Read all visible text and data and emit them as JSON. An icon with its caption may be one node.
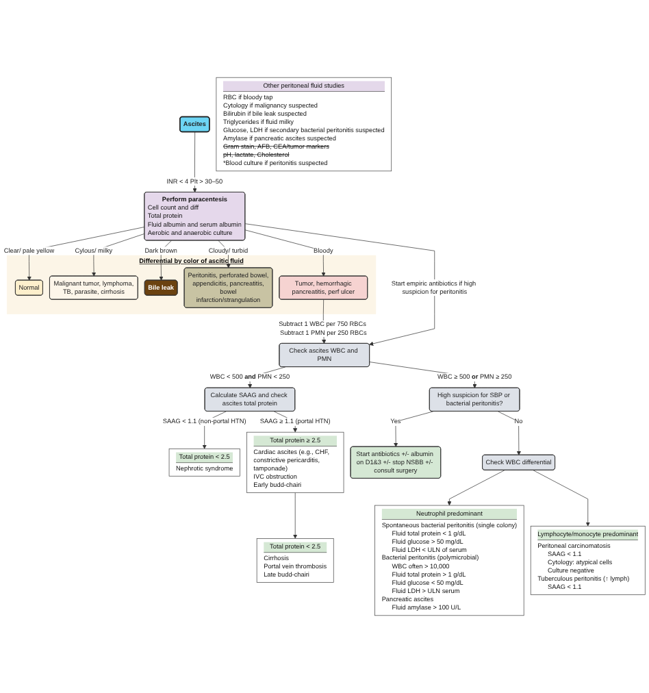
{
  "diagram": {
    "nodes": [
      {
        "text": [
          "Differential by color of ascitic fluid"
        ]
      },
      {
        "text": [
          "Normal"
        ],
        "in": 0
      },
      {
        "text": [
          "Malignant tumor, lymphoma, TB, parasite, cirrhosis"
        ],
        "in": 0
      },
      {
        "text": [
          "Bile leak"
        ],
        "in": 0
      },
      {
        "text": [
          "Peritonitis, perforated bowel, appendicitis, pancreatitis, bowel infarction/strangulation"
        ],
        "in": 0
      },
      {
        "text": [
          "Tumor, hemorrhagic pancreatitis, perf ulcer"
        ],
        "in": 0
      },
      {
        "text": [
          "Ascites"
        ]
      },
      {
        "text": [
          "Other peritoneal fluid studies",
          "RBC if bloody tap",
          "Cytology if malignancy suspected",
          "Bilirubin if bile leak suspected",
          "Triglycerides if fluid milky",
          "Glucose, LDH if secondary bacterial peritonitis suspected",
          "Amylase if pancreatic ascites suspected",
          "Gram stain, AFB, CEA/tumor markers",
          "pH, lactate, Cholesterol",
          "*Blood culture if peritonitis suspected"
        ]
      },
      {
        "text": [
          "Perform paracentesis",
          "Cell count and diff",
          "Total protein",
          "Fluid albumin and serum albumin",
          "Aerobic and anaerobic culture"
        ]
      },
      {
        "text": [
          "Check ascites WBC and PMN"
        ]
      },
      {
        "text": [
          "Calculate SAAG and check ascites total protein"
        ]
      },
      {
        "text": [
          "Total protein < 2.5",
          "Nephrotic syndrome"
        ]
      },
      {
        "text": [
          "Total protein ≥ 2.5",
          "Cardiac ascites (e.g., CHF, constrictive pericarditis, tamponade)",
          "IVC obstruction",
          "Early budd-chairi"
        ]
      },
      {
        "text": [
          "Start antibiotics +/- albumin on D1&3 +/- stop NSBB +/- consult surgery"
        ]
      },
      {
        "text": [
          "High suspicion for SBP or bacterial peritonitis?"
        ]
      },
      {
        "text": [
          "Check WBC differential"
        ]
      },
      {
        "text": [
          "Neutrophil predominant",
          "Spontaneous bacterial peritonitis (single colony)",
          "Fluid total protein < 1 g/dL",
          "Fluid glucose > 50 mg/dL",
          "Fluid LDH < ULN of serum",
          "Bacterial peritonitis (polymicrobial)",
          "WBC often > 10,000",
          "Fluid total protein > 1 g/dL",
          "Fluid glucose < 50 mg/dL",
          "Fluid LDH > ULN serum",
          "Pancreatic ascites",
          "Fluid amylase > 100 U/L"
        ]
      },
      {
        "text": [
          "Lymphocyte/monocyte predominant",
          "Peritoneal carcinomatosis",
          "SAAG < 1.1",
          "Cytology: atypical cells",
          "Culture negative",
          "Tuberculous peritonitis (↑ lymph)",
          "SAAG < 1.1"
        ]
      },
      {
        "text": [
          "Total protein < 2.5",
          "Cirrhosis",
          "Portal vein thrombosis",
          "Late budd-chairi"
        ]
      }
    ],
    "edges": [
      {
        "from": 6,
        "to": 8,
        "arrow": "to",
        "label": "INR < 4 Plt > 30–50"
      },
      {
        "from": 8,
        "to": 1,
        "arrow": "to",
        "label": "Clear/ pale yellow"
      },
      {
        "from": 8,
        "to": 2,
        "arrow": "to",
        "label": "Cylous/ milky"
      },
      {
        "from": 8,
        "to": 3,
        "arrow": "to",
        "label": "Dark brown"
      },
      {
        "from": 8,
        "to": 4,
        "arrow": "to",
        "label": "Cloudy/ turbid"
      },
      {
        "from": 8,
        "to": 5,
        "arrow": "to",
        "label": "Bloody"
      },
      {
        "from": 5,
        "to": 9,
        "arrow": "to",
        "label": "Subtract 1 WBC per 750 RBCs Subtract 1 PMN per 250 RBCs"
      },
      {
        "from": 8,
        "to": 9,
        "arrow": "to",
        "label": "Start empiric antibiotics if high suspicion for peritonitis"
      },
      {
        "from": 9,
        "to": 10,
        "arrow": "to",
        "label": "WBC < 500 **and** PMN < 250"
      },
      {
        "from": 9,
        "to": 14,
        "arrow": "to",
        "label": "WBC ≥ 500 **or** PMN ≥ 250"
      },
      {
        "from": 10,
        "to": 11,
        "arrow": "to",
        "label": "SAAG < 1.1 (non-portal HTN)"
      },
      {
        "from": 10,
        "to": 12,
        "arrow": "to",
        "label": "SAAG ≥ 1.1 (portal HTN)"
      },
      {
        "from": 12,
        "to": 18,
        "arrow": "to"
      },
      {
        "from": 14,
        "to": 13,
        "arrow": "to",
        "label": "Yes"
      },
      {
        "from": 14,
        "to": 15,
        "arrow": "to",
        "label": "No"
      },
      {
        "from": 15,
        "to": 16,
        "arrow": "to"
      },
      {
        "from": 15,
        "to": 17,
        "arrow": "to"
      }
    ]
  }
}
